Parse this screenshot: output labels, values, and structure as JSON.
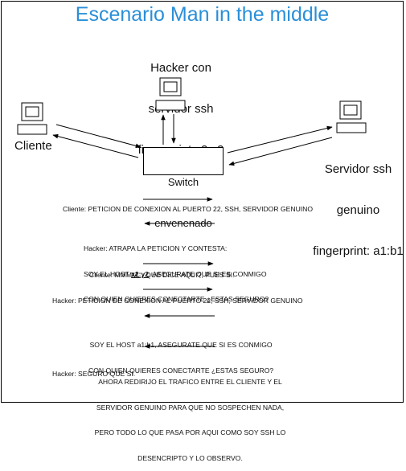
{
  "title": "Escenario Man in the middle",
  "nodes": {
    "hacker": [
      "Hacker con",
      "servidor ssh",
      "fingerprint x2:y2"
    ],
    "cliente": "Cliente",
    "switch": [
      "Switch",
      "envenenado"
    ],
    "servidor": [
      "Servidor ssh",
      "genuino",
      "fingerprint: a1:b1"
    ]
  },
  "dialogue": {
    "msg1": "Cliente: PETICION DE CONEXION AL PUERTO 22, SSH, SERVIDOR GENUINO",
    "msg2_l1": "Hacker: ATRAPA LA PETICION Y CONTESTA:",
    "msg2_l2_a": "SOY EL HOST ",
    "msg2_l2_b": "x2:y2",
    "msg2_l2_c": ", ASEGURATE QUE SI ES CONMIGO",
    "msg2_l3": "CON QUIEN QUIERES CONECTARTE ¿ESTAS SEGURO?",
    "msg3": "Cliente: MMMM, ¿QUE DICE AQUI?, PUES SI.",
    "msg4": "Hacker: PETICION DE CONEXION AL PUERTO 22, SSH, SERVIDOR GENUINO",
    "msg5_l1": "SOY EL HOST a1:b1, ASEGURATE QUE SI ES CONMIGO",
    "msg5_l2": "CON QUIEN QUIERES CONECTARTE ¿ESTAS SEGURO?",
    "msg6_l1": "Hacker: SEGURO QUE SI.",
    "msg6_l2": "AHORA REDIRIJO EL TRAFICO ENTRE EL CLIENTE Y EL",
    "msg6_l3": "SERVIDOR GENUINO PARA QUE NO SOSPECHEN NADA,",
    "msg6_l4": "PERO TODO LO QUE PASA POR AQUI COMO SOY SSH LO",
    "msg6_l5": "DESENCRIPTO Y LO OBSERVO."
  },
  "colors": {
    "title": "#2a8fd8",
    "lines": "#000000"
  }
}
